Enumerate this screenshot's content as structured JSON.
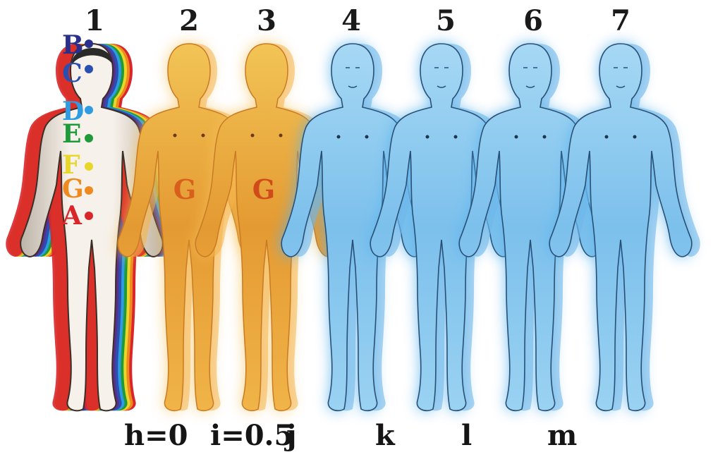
{
  "figure_numbers": [
    "1",
    "2",
    "3",
    "4",
    "5",
    "6",
    "7"
  ],
  "bottom_labels": [
    "h=0",
    "i=0.5",
    "j",
    "k",
    "l",
    "m"
  ],
  "chakra_labels": [
    {
      "letter": "B",
      "color": "#2a2f8c"
    },
    {
      "letter": "C",
      "color": "#2b4fb0"
    },
    {
      "letter": "D",
      "color": "#2f9be0"
    },
    {
      "letter": "E",
      "color": "#1f9a3a"
    },
    {
      "letter": "F",
      "color": "#e8d62a"
    },
    {
      "letter": "G",
      "color": "#ef8a1e"
    },
    {
      "letter": "A",
      "color": "#d8262a"
    }
  ],
  "g_marks": [
    "G",
    "G"
  ],
  "colors": {
    "body_skin": "#f3ece4",
    "orange_body": "#e9a53a",
    "orange_glow": "#f7c25a",
    "blue_body": "#7fc4ee",
    "blue_glow": "#5ab4ee",
    "rainbow": [
      "#d8262a",
      "#ef8a1e",
      "#e8d62a",
      "#1f9a3a",
      "#2f9be0",
      "#2b4fb0",
      "#5a2f8c"
    ]
  }
}
